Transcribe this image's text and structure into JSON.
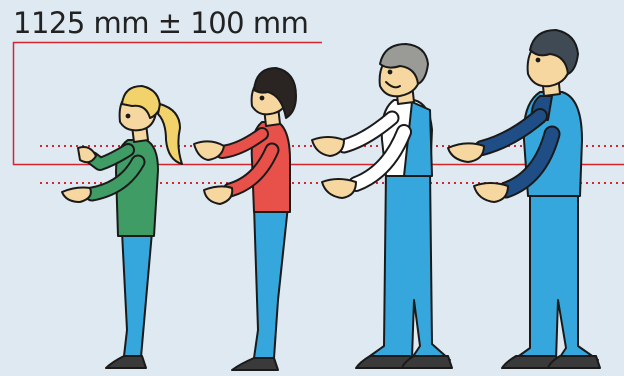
{
  "dimension": {
    "label": "1125 mm ± 100 mm"
  },
  "colors": {
    "background": "#dfe9f2",
    "reference_line": "#d7262b",
    "skin": "#f7d7a0",
    "outline": "#1a1a1a",
    "jeans": "#35a7dc",
    "overalls": "#35a7dc",
    "girl_shirt": "#3f9c64",
    "woman_shirt": "#e8504a",
    "man_shirt": "#ffffff",
    "tall_man_shirt": "#1f4e86",
    "blonde_hair": "#f2d36b",
    "dark_hair": "#2a2522",
    "grey_hair": "#9a9a96",
    "shoes": "#3a3a3a"
  },
  "figures": [
    {
      "name": "girl"
    },
    {
      "name": "woman"
    },
    {
      "name": "man"
    },
    {
      "name": "tall-man"
    }
  ]
}
